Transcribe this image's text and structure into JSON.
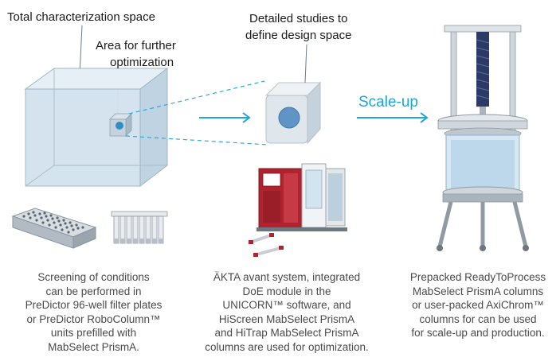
{
  "labels": {
    "total_space": "Total characterization space",
    "further_opt_1": "Area for further",
    "further_opt_2": "optimization",
    "detailed_1": "Detailed studies to",
    "detailed_2": "define design space",
    "scale_up": "Scale-up"
  },
  "captions": {
    "left": [
      "Screening of conditions",
      "can be performed in",
      "PreDictor 96-well filter plates",
      "or PreDictor RoboColumn™",
      "units prefilled with",
      "MabSelect PrismA."
    ],
    "middle": [
      "ÄKTA avant system, integrated",
      "DoE module in the",
      "UNICORN™ software, and",
      "HiScreen MabSelect PrismA",
      "and HiTrap MabSelect PrismA",
      "columns are used for optimization."
    ],
    "right": [
      "Prepacked ReadyToProcess",
      "MabSelect PrismA columns",
      "or user-packed AxiChrom™",
      "columns for can be used",
      "for scale-up and production."
    ]
  },
  "colors": {
    "accent": "#1fa6d6",
    "box_face": "#cfe0ec",
    "instrument_red": "#b0232e"
  }
}
